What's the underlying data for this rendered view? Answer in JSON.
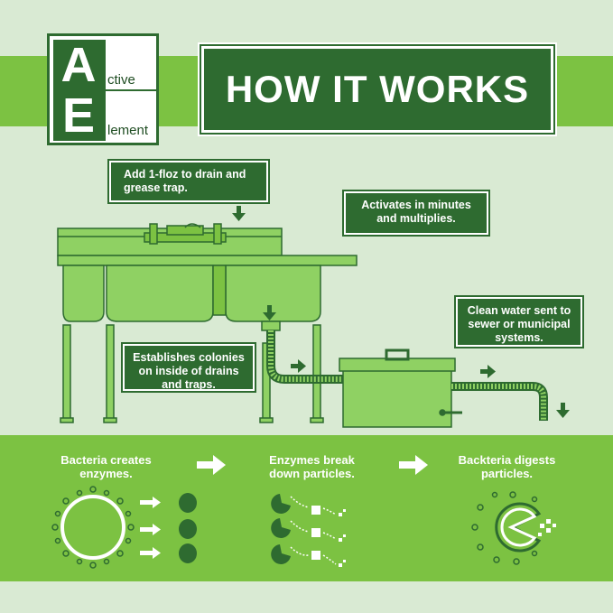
{
  "logo": {
    "letter_a": "A",
    "letter_e": "E",
    "word_a": "ctive",
    "word_e": "lement"
  },
  "title": "HOW IT WORKS",
  "callouts": {
    "add": "Add 1-floz to drain and grease trap.",
    "activates": "Activates in minutes and multiplies.",
    "clean": "Clean water sent to sewer or municipal systems.",
    "colonies": "Establishes colonies on inside of drains and traps."
  },
  "steps": [
    {
      "label": "Bacteria creates enzymes."
    },
    {
      "label": "Enzymes break down particles."
    },
    {
      "label": "Backteria digests particles."
    }
  ],
  "colors": {
    "dark_green": "#2e6b30",
    "bright_green": "#7cc242",
    "pale_green": "#d9ead3",
    "sink_green": "#8fd163"
  }
}
